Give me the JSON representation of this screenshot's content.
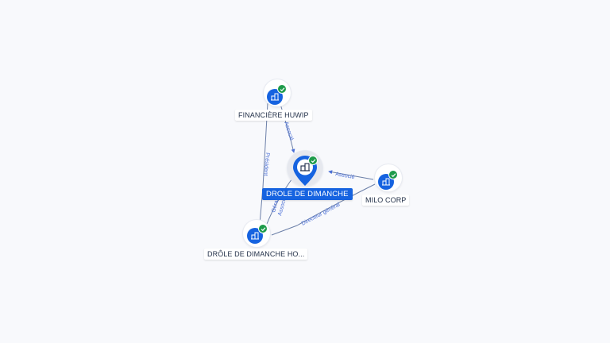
{
  "nodes": {
    "main": {
      "label": "DROLE DE DIMANCHE"
    },
    "huwip": {
      "label": "FINANCIÈRE HUWIP"
    },
    "milo": {
      "label": "MILO CORP"
    },
    "holding": {
      "label": "DRÔLE DE DIMANCHE HO..."
    }
  },
  "edges": {
    "huwip_main": "Associé",
    "huwip_holding": "Président",
    "milo_main": "Associé",
    "holding_main_1": "Gérant",
    "holding_main_2": "Associé",
    "milo_holding": "Directeur général"
  },
  "colors": {
    "accent": "#1663e0",
    "verified": "#1e9b4a",
    "edge": "#6b7fa8",
    "edge_label": "#4a6fd6"
  },
  "icons": {
    "company": "building-icon",
    "verified": "check-icon",
    "pin": "map-pin-icon"
  }
}
